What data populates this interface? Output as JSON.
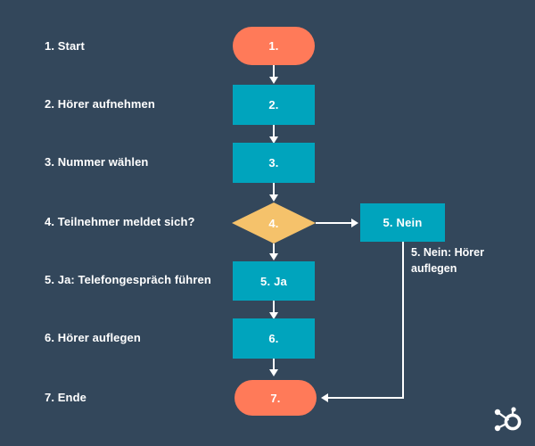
{
  "theme": {
    "background": "#33475B",
    "terminator_color": "#FF7A59",
    "process_color": "#00A4BD",
    "decision_color": "#F5C26B",
    "connector_color": "#FFFFFF",
    "text_color": "#FFFFFF"
  },
  "chart_data": {
    "type": "diagram",
    "diagram_type": "flowchart",
    "title": "",
    "language": "de",
    "steps": [
      {
        "id": 1,
        "label": "1. Start",
        "node_text": "1.",
        "shape": "terminator"
      },
      {
        "id": 2,
        "label": "2. Hörer aufnehmen",
        "node_text": "2.",
        "shape": "process"
      },
      {
        "id": 3,
        "label": "3. Nummer wählen",
        "node_text": "3.",
        "shape": "process"
      },
      {
        "id": 4,
        "label": "4. Teilnehmer meldet sich?",
        "node_text": "4.",
        "shape": "decision"
      },
      {
        "id": 5,
        "label": "5. Ja: Telefongespräch führen",
        "node_text": "5. Ja",
        "shape": "process"
      },
      {
        "id": 6,
        "label": "6. Hörer auflegen",
        "node_text": "6.",
        "shape": "process"
      },
      {
        "id": 7,
        "label": "7. Ende",
        "node_text": "7.",
        "shape": "terminator"
      }
    ],
    "branch": {
      "node_text": "5. Nein",
      "annotation": "5. Nein: Hörer auflegen",
      "from": 4,
      "to": 7
    },
    "edges": [
      {
        "from": "1.",
        "to": "2."
      },
      {
        "from": "2.",
        "to": "3."
      },
      {
        "from": "3.",
        "to": "4."
      },
      {
        "from": "4.",
        "to": "5. Ja",
        "branch_label": "Ja"
      },
      {
        "from": "4.",
        "to": "5. Nein",
        "branch_label": "Nein"
      },
      {
        "from": "5. Ja",
        "to": "6."
      },
      {
        "from": "6.",
        "to": "7."
      },
      {
        "from": "5. Nein",
        "to": "7."
      }
    ]
  },
  "logo": {
    "name": "hubspot-sprocket-logo"
  }
}
